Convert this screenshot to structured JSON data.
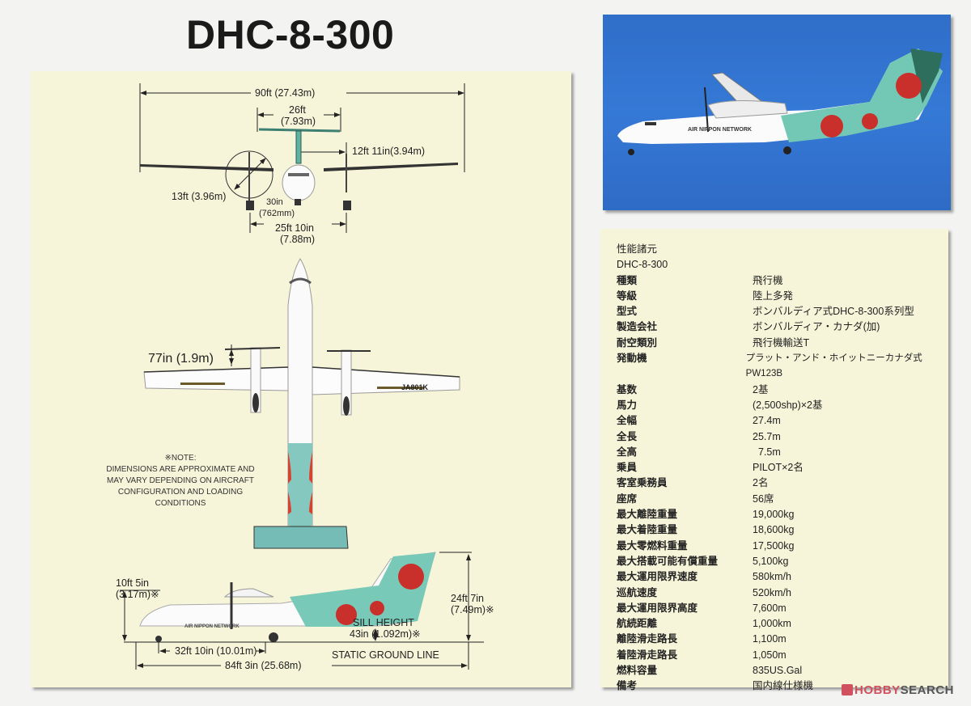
{
  "page": {
    "title": "DHC-8-300"
  },
  "diagram": {
    "front_view": {
      "wingspan": "90ft (27.43m)",
      "tailplane_span_ft": "26ft",
      "tailplane_span_m": "(7.93m)",
      "engine_offset": "12ft 11in(3.94m)",
      "prop_diameter": "13ft (3.96m)",
      "prop_clearance_in": "30in",
      "prop_clearance_mm": "(762mm)",
      "track_ft": "25ft 10in",
      "track_m": "(7.88m)"
    },
    "top_view": {
      "prop_to_wing": "77in (1.9m)",
      "registration": "JA801K"
    },
    "note": {
      "heading": "※NOTE:",
      "lines": [
        "DIMENSIONS ARE APPROXIMATE AND",
        "MAY VARY DEPENDING ON AIRCRAFT",
        "CONFIGURATION AND LOADING",
        "CONDITIONS"
      ]
    },
    "side_view": {
      "door_height_ft": "10ft 5in",
      "door_height_m": "(3.17m)※",
      "overall_height_ft": "24ft 7in",
      "overall_height_m": "(7.49m)※",
      "sill_height_label": "SILL HEIGHT",
      "sill_height_value": "43in (1.092m)※",
      "wheelbase": "32ft 10in (10.01m)",
      "ground_line": "STATIC GROUND LINE",
      "overall_length": "84ft 3in (25.68m)",
      "livery_text": "AIR NIPPON NETWORK"
    }
  },
  "photo": {
    "livery_text": "AIR NIPPON NETWORK",
    "sky_color": "#3174d0",
    "livery_teal": "#6cc4b2",
    "flower_red": "#c9302c"
  },
  "specs": {
    "heading": "性能諸元",
    "model": "DHC-8-300",
    "rows": [
      {
        "label": "種類",
        "value": "飛行機"
      },
      {
        "label": "等級",
        "value": "陸上多発"
      },
      {
        "label": "型式",
        "value": "ボンバルディア式DHC-8-300系列型"
      },
      {
        "label": "製造会社",
        "value": "ボンバルディア・カナダ(加)"
      },
      {
        "label": "耐空類別",
        "value": "飛行機輸送T"
      },
      {
        "label": "発動機",
        "value": "プラット・アンド・ホイットニーカナダ式PW123B"
      },
      {
        "label": "基数",
        "value": "2基"
      },
      {
        "label": "馬力",
        "value": "(2,500shp)×2基"
      },
      {
        "label": "全幅",
        "value": "27.4m"
      },
      {
        "label": "全長",
        "value": "25.7m"
      },
      {
        "label": "全高",
        "value": "  7.5m"
      },
      {
        "label": "乗員",
        "value": "PILOT×2名"
      },
      {
        "label": "客室乗務員",
        "value": "2名"
      },
      {
        "label": "座席",
        "value": "56席"
      },
      {
        "label": "最大離陸重量",
        "value": "19,000kg"
      },
      {
        "label": "最大着陸重量",
        "value": "18,600kg"
      },
      {
        "label": "最大零燃料重量",
        "value": "17,500kg"
      },
      {
        "label": "最大搭載可能有償重量",
        "value": "5,100kg"
      },
      {
        "label": "最大運用限界速度",
        "value": "580km/h"
      },
      {
        "label": "巡航速度",
        "value": "520km/h"
      },
      {
        "label": "最大運用限界高度",
        "value": "7,600m"
      },
      {
        "label": "航続距離",
        "value": "1,000km"
      },
      {
        "label": "離陸滑走路長",
        "value": "1,100m"
      },
      {
        "label": "着陸滑走路長",
        "value": "1,050m"
      },
      {
        "label": "燃料容量",
        "value": "835US.Gal"
      },
      {
        "label": "備考",
        "value": "国内線仕様機"
      }
    ]
  },
  "watermark": {
    "brand_a": "HOBBY",
    "brand_b": "SEARCH"
  }
}
